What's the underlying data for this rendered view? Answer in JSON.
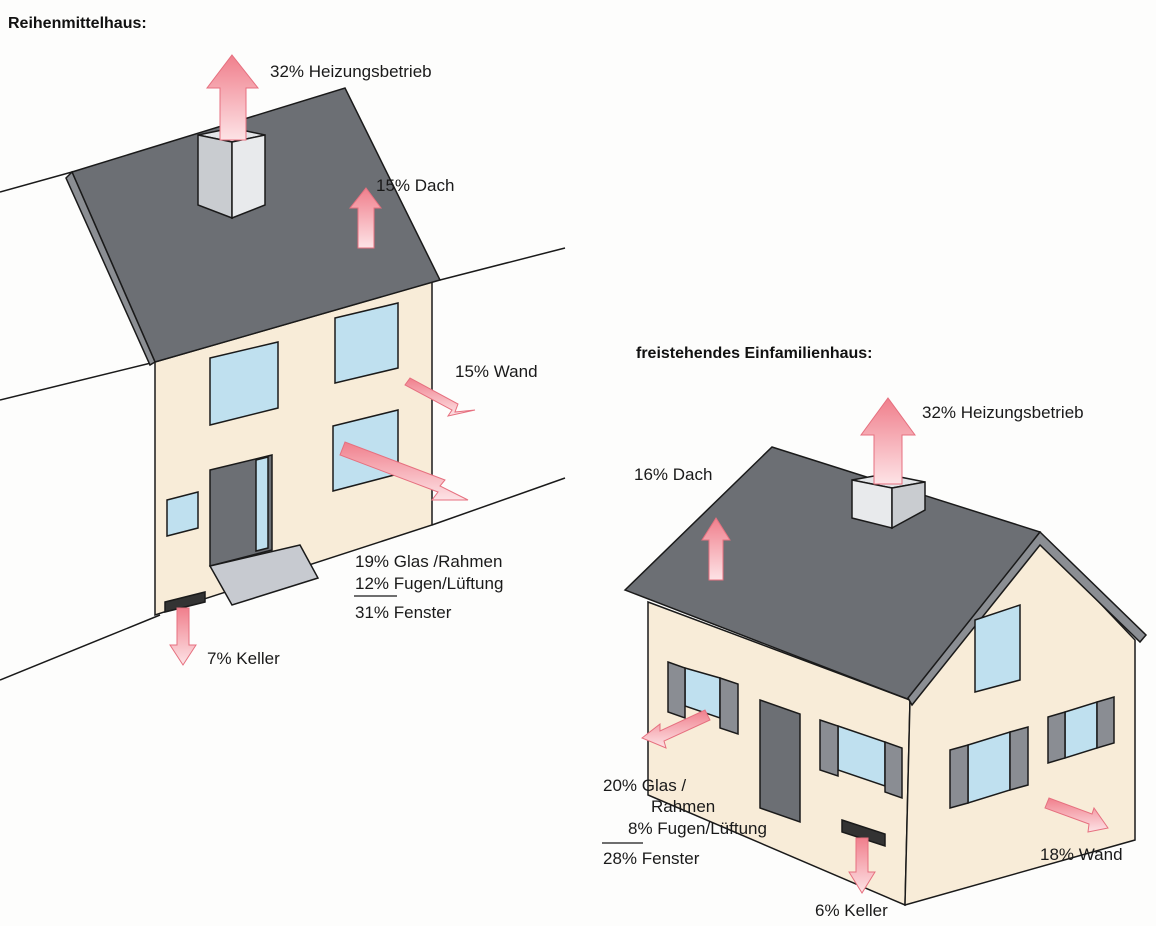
{
  "colors": {
    "roof": "#6c6f74",
    "wall": "#f8ecd8",
    "window": "#bfe0ef",
    "arrow": "#f4a0aa",
    "line": "#1a1a1a"
  },
  "terraced": {
    "title": "Reihenmittelhaus:",
    "heating": "32% Heizungsbetrieb",
    "roof": "15% Dach",
    "wall": "15% Wand",
    "glass": "19% Glas /Rahmen",
    "joints": "12% Fugen/Lüftung",
    "windows": "31% Fenster",
    "basement": "7% Keller"
  },
  "detached": {
    "title": "freistehendes Einfamilienhaus:",
    "heating": "32% Heizungsbetrieb",
    "roof": "16% Dach",
    "glass_1": "20% Glas /",
    "glass_2": "Rahmen",
    "joints": "8% Fugen/Lüftung",
    "windows": "28% Fenster",
    "wall": "18% Wand",
    "basement": "6% Keller"
  }
}
